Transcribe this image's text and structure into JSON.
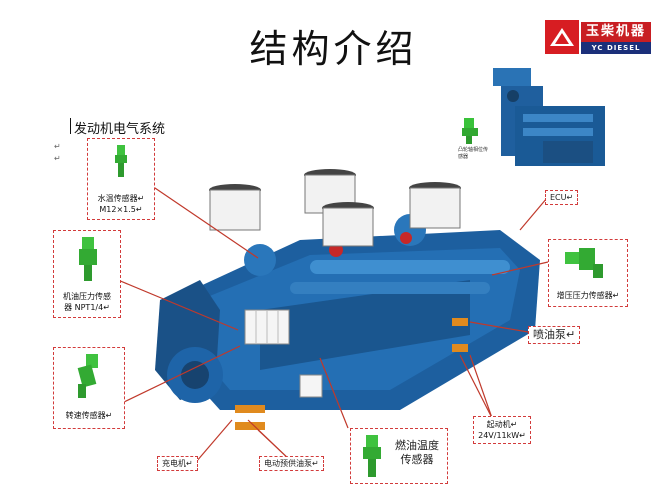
{
  "title": "结构介绍",
  "logo": {
    "brand": "玉柴机器",
    "sub": "YC DIESEL"
  },
  "section_heading": "发动机电气系统",
  "paragraph_marker": "↵",
  "callouts": {
    "water_temp": {
      "line1": "水温传感器↵",
      "line2": "M12×1.5↵"
    },
    "oil_pressure": {
      "line1": "机油压力传感",
      "line2": "器 NPT1/4↵"
    },
    "speed_sensor": {
      "label": "转速传感器↵"
    },
    "ecu": {
      "label": "ECU↵"
    },
    "boost_pressure": {
      "label": "增压压力传感器↵"
    },
    "injection_pump": {
      "label": "喷油泵↵"
    },
    "starter": {
      "line1": "起动机↵",
      "line2": "24V/11kW↵"
    },
    "alternator": {
      "label": "充电机↵"
    },
    "fuel_feed_pump": {
      "label": "电动预供油泵↵"
    },
    "fuel_temp": {
      "line1": "燃油温度",
      "line2": "传感器"
    },
    "inset_caption": {
      "line1": "凸轮轴相位传",
      "line2": "感器"
    }
  }
}
